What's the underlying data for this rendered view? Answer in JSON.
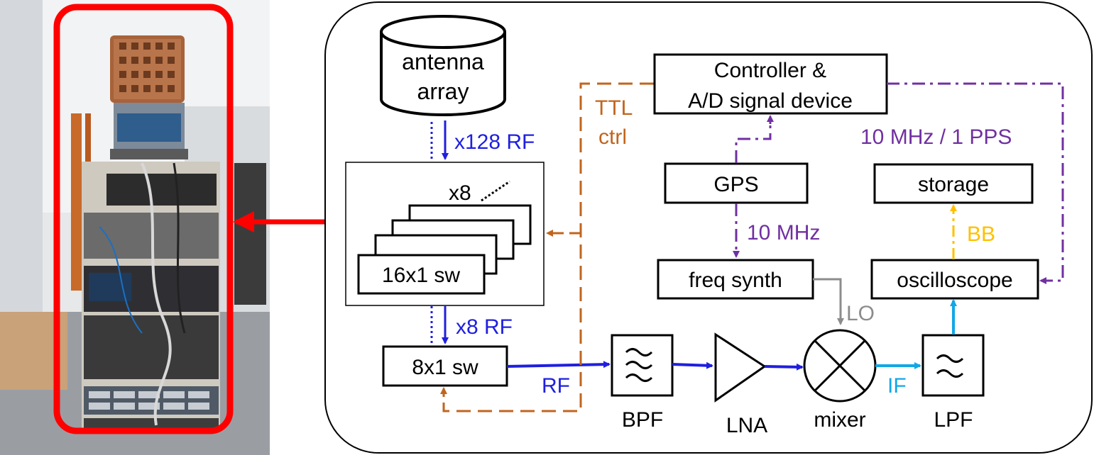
{
  "photo": {
    "description_icon": "antenna-array-rack-photo"
  },
  "blocks": {
    "antenna_array": {
      "line1": "antenna",
      "line2": "array"
    },
    "switch_stack": {
      "multiplier": "x8",
      "label": "16x1 sw"
    },
    "switch_8x1": {
      "label": "8x1 sw"
    },
    "controller": {
      "line1": "Controller &",
      "line2": "A/D signal device"
    },
    "gps": {
      "label": "GPS"
    },
    "storage": {
      "label": "storage"
    },
    "freq_synth": {
      "label": "freq synth"
    },
    "oscilloscope": {
      "label": "oscilloscope"
    },
    "bpf": {
      "label": "BPF"
    },
    "lna": {
      "label": "LNA"
    },
    "mixer": {
      "label": "mixer"
    },
    "lpf": {
      "label": "LPF"
    }
  },
  "signals": {
    "x128_rf": "x128 RF",
    "x8_rf": "x8 RF",
    "rf": "RF",
    "ttl": "TTL",
    "ctrl": "ctrl",
    "ref": "10 MHz / 1 PPS",
    "ten_mhz": "10 MHz",
    "bb": "BB",
    "lo": "LO",
    "if": "IF"
  },
  "colors": {
    "highlight_red": "#ff0000",
    "rf_blue": "#1f1fe0",
    "ctrl_orange": "#c0651e",
    "ref_purple": "#7030a0",
    "bb_yellow": "#ffc000",
    "lo_gray": "#8c8c8c",
    "if_cyan": "#12a7e6"
  }
}
